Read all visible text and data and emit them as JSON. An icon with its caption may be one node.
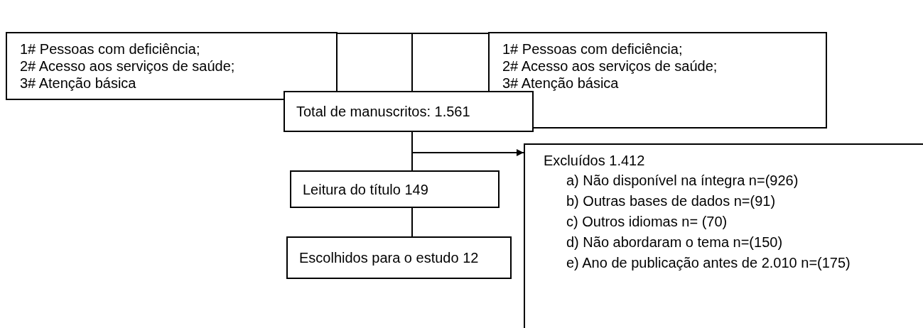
{
  "diagram": {
    "nodes": [
      {
        "text": [
          "1# Pessoas com deficiência;",
          "2# Acesso aos serviços de saúde;",
          "3# Atenção básica"
        ]
      },
      {
        "text": [
          "1# Pessoas com deficiência;",
          "2# Acesso aos serviços de saúde;",
          "3# Atenção básica"
        ]
      },
      {
        "text": [
          "Total de manuscritos: 1.561"
        ]
      },
      {
        "text": [
          "Leitura do título 149"
        ]
      },
      {
        "text": [
          "Escolhidos para o estudo 12"
        ]
      },
      {
        "text": [
          "Excluídos 1.412",
          "a) Não disponível na íntegra n=(926)",
          "b) Outras bases de dados n=(91)",
          "c) Outros idiomas n= (70)",
          "d) Não abordaram o tema n=(150)",
          "e) Ano de publicação antes de 2.010 n=(175)"
        ]
      }
    ],
    "edges": [
      {
        "from": 0,
        "to": 2,
        "arrow": "none"
      },
      {
        "from": 1,
        "to": 2,
        "arrow": "none"
      },
      {
        "from": 2,
        "to": 3,
        "arrow": "none"
      },
      {
        "from": 3,
        "to": 4,
        "arrow": "none"
      },
      {
        "from": 2,
        "to": 5,
        "arrow": "to"
      }
    ]
  }
}
